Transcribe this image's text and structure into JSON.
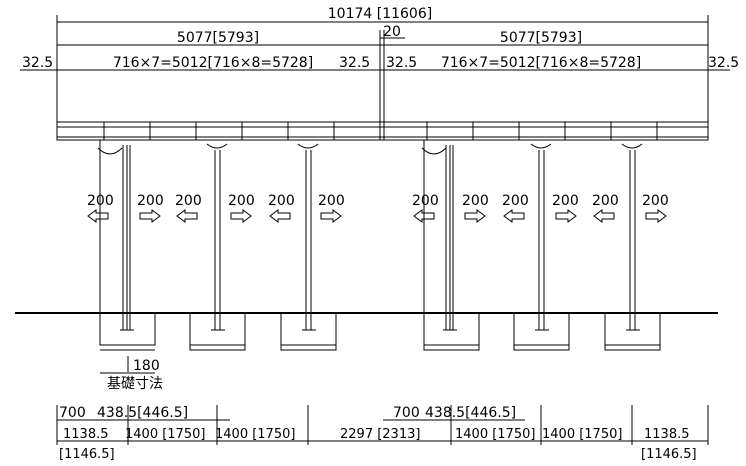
{
  "dimensions": {
    "overall": "10174 [11606]",
    "left_span": "5077[5793]",
    "right_span": "5077[5793]",
    "gap": "20",
    "edge_left": "32.5",
    "edge_right": "32.5",
    "center_left": "32.5",
    "center_right": "32.5",
    "panels_left": "716×7=5012[716×8=5728]",
    "panels_right": "716×7=5012[716×8=5728]",
    "arrow_value": "200",
    "foundation_width": "180",
    "foundation_label": "基礎寸法",
    "left_700": "700",
    "left_4385": "438.5[446.5]",
    "right_700": "700",
    "right_4385": "438.5[446.5]",
    "bottom_1138_left": "1138.5",
    "bottom_1146_left": "[1146.5]",
    "bottom_1400a": "1400 [1750]",
    "bottom_1400b": "1400 [1750]",
    "bottom_2297": "2297 [2313]",
    "bottom_1400c": "1400 [1750]",
    "bottom_1400d": "1400 [1750]",
    "bottom_1138_right": "1138.5",
    "bottom_1146_right": "[1146.5]"
  }
}
